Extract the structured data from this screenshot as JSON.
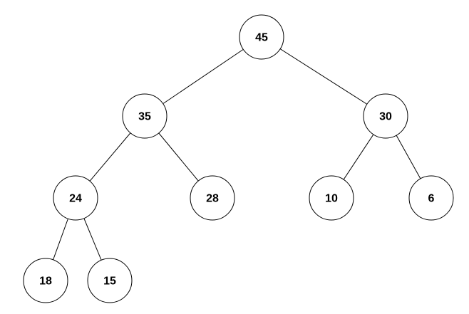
{
  "nodes": [
    {
      "id": "n45",
      "label": "45"
    },
    {
      "id": "n35",
      "label": "35"
    },
    {
      "id": "n30",
      "label": "30"
    },
    {
      "id": "n24",
      "label": "24"
    },
    {
      "id": "n28",
      "label": "28"
    },
    {
      "id": "n10",
      "label": "10"
    },
    {
      "id": "n6",
      "label": "6"
    },
    {
      "id": "n18",
      "label": "18"
    },
    {
      "id": "n15",
      "label": "15"
    }
  ],
  "edges": [
    {
      "from": "n45",
      "to": "n35"
    },
    {
      "from": "n45",
      "to": "n30"
    },
    {
      "from": "n35",
      "to": "n24"
    },
    {
      "from": "n35",
      "to": "n28"
    },
    {
      "from": "n30",
      "to": "n10"
    },
    {
      "from": "n30",
      "to": "n6"
    },
    {
      "from": "n24",
      "to": "n18"
    },
    {
      "from": "n24",
      "to": "n15"
    }
  ]
}
